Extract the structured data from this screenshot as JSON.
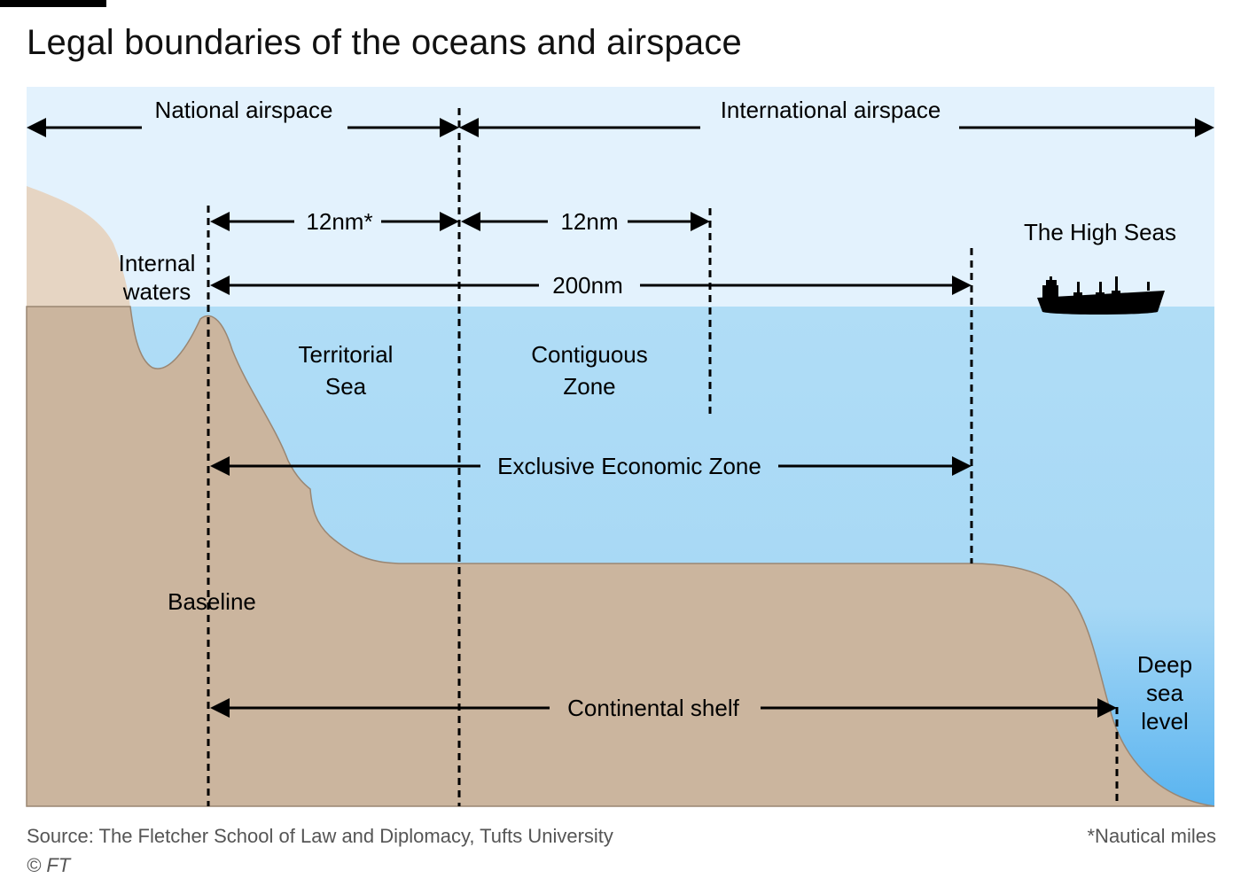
{
  "title": "Legal boundaries of the oceans and airspace",
  "colors": {
    "sky": "#e3f2fd",
    "sea_shallow": "#b0ddf6",
    "sea_deep": "#5ab4f0",
    "land_far": "#e6d5c3",
    "land": "#cbb59e",
    "line": "#000000"
  },
  "labels": {
    "national_airspace": "National airspace",
    "international_airspace": "International airspace",
    "territorial_12nm": "12nm*",
    "contiguous_12nm": "12nm",
    "nm_200": "200nm",
    "internal_waters_1": "Internal",
    "internal_waters_2": "waters",
    "territorial_sea_1": "Territorial",
    "territorial_sea_2": "Sea",
    "contiguous_zone_1": "Contiguous",
    "contiguous_zone_2": "Zone",
    "eez": "Exclusive Economic Zone",
    "baseline": "Baseline",
    "continental_shelf": "Continental shelf",
    "high_seas": "The High Seas",
    "deep_sea_1": "Deep",
    "deep_sea_2": "sea",
    "deep_sea_3": "level"
  },
  "icons": {
    "ship": "cargo-ship-icon"
  },
  "footer": {
    "source": "Source: The Fletcher School of Law and Diplomacy, Tufts University",
    "copyright": "© FT",
    "footnote": "*Nautical miles"
  }
}
